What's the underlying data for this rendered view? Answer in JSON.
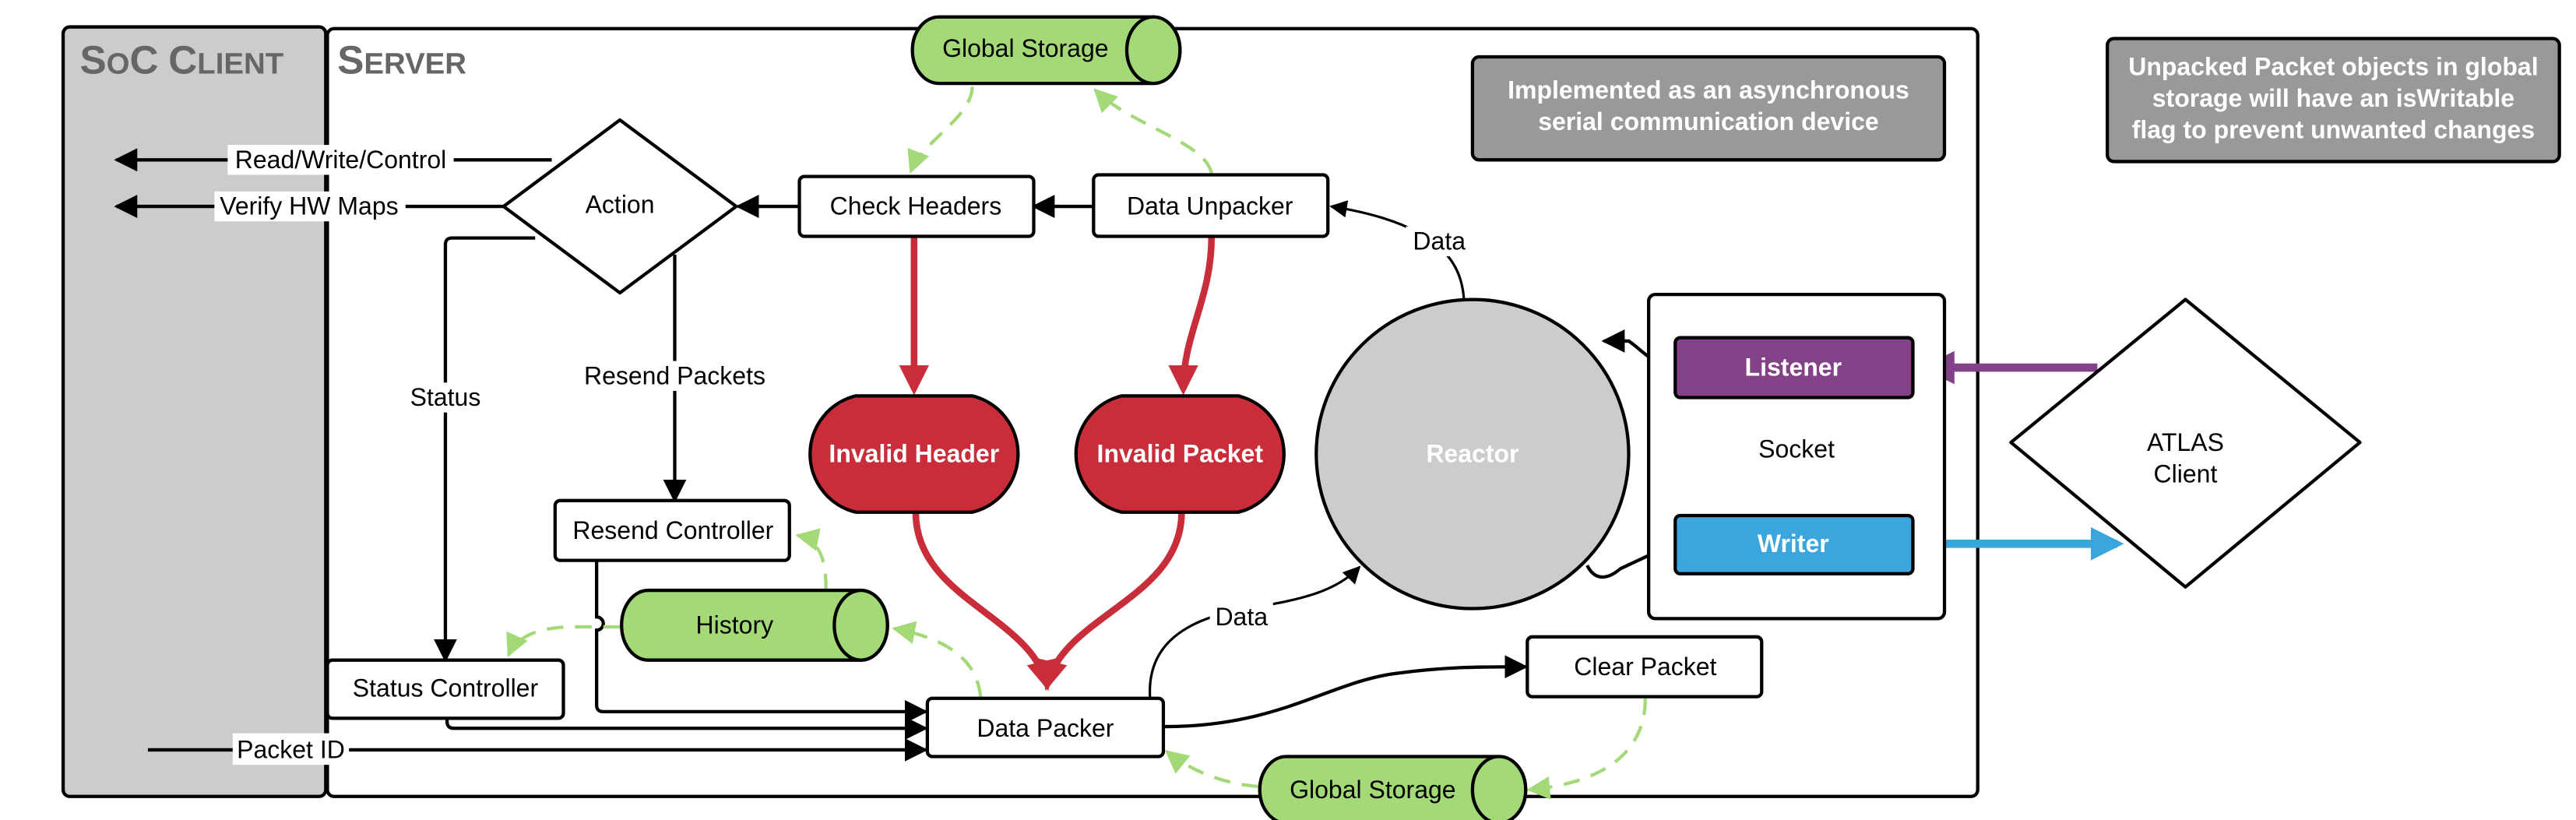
{
  "diagram": {
    "lanes": {
      "client_title_big": "S",
      "client_title_small": "O",
      "client_title_rest": "C",
      "client_title_word2_big": "C",
      "client_title_word2_small": "LIENT",
      "client_title": "SoC Client",
      "server_title_big": "S",
      "server_title_small": "ERVER",
      "server_title": "Server"
    },
    "nodes": {
      "global_storage_top": "Global Storage",
      "global_storage_bottom": "Global Storage",
      "check_headers": "Check Headers",
      "data_unpacker": "Data Unpacker",
      "action": "Action",
      "invalid_header": "Invalid Header",
      "invalid_packet": "Invalid Packet",
      "reactor": "Reactor",
      "socket": "Socket",
      "listener": "Listener",
      "writer": "Writer",
      "atlas_client_line1": "ATLAS",
      "atlas_client_line2": "Client",
      "resend_controller": "Resend Controller",
      "history": "History",
      "status_controller": "Status Controller",
      "data_packer": "Data Packer",
      "clear_packet": "Clear Packet"
    },
    "edge_labels": {
      "read_write_control": "Read/Write/Control",
      "verify_hw_maps": "Verify HW Maps",
      "status": "Status",
      "resend_packets": "Resend Packets",
      "data_reactor_to_unpacker": "Data",
      "data_packer_to_reactor": "Data",
      "packet_id": "Packet ID"
    },
    "notes": {
      "async_note_line1": "Implemented as an asynchronous",
      "async_note_line2": "serial communication device",
      "writable_note_line1": "Unpacked Packet objects in global",
      "writable_note_line2": "storage will have an isWritable",
      "writable_note_line3": "flag to prevent unwanted changes"
    },
    "colors": {
      "storage_green": "#a3d977",
      "error_red": "#c92d39",
      "reactor_gray": "#cccccc",
      "listener_purple": "#834187",
      "writer_blue": "#3aa6dd",
      "note_gray": "#999999",
      "client_lane_gray": "#cccccc"
    }
  }
}
